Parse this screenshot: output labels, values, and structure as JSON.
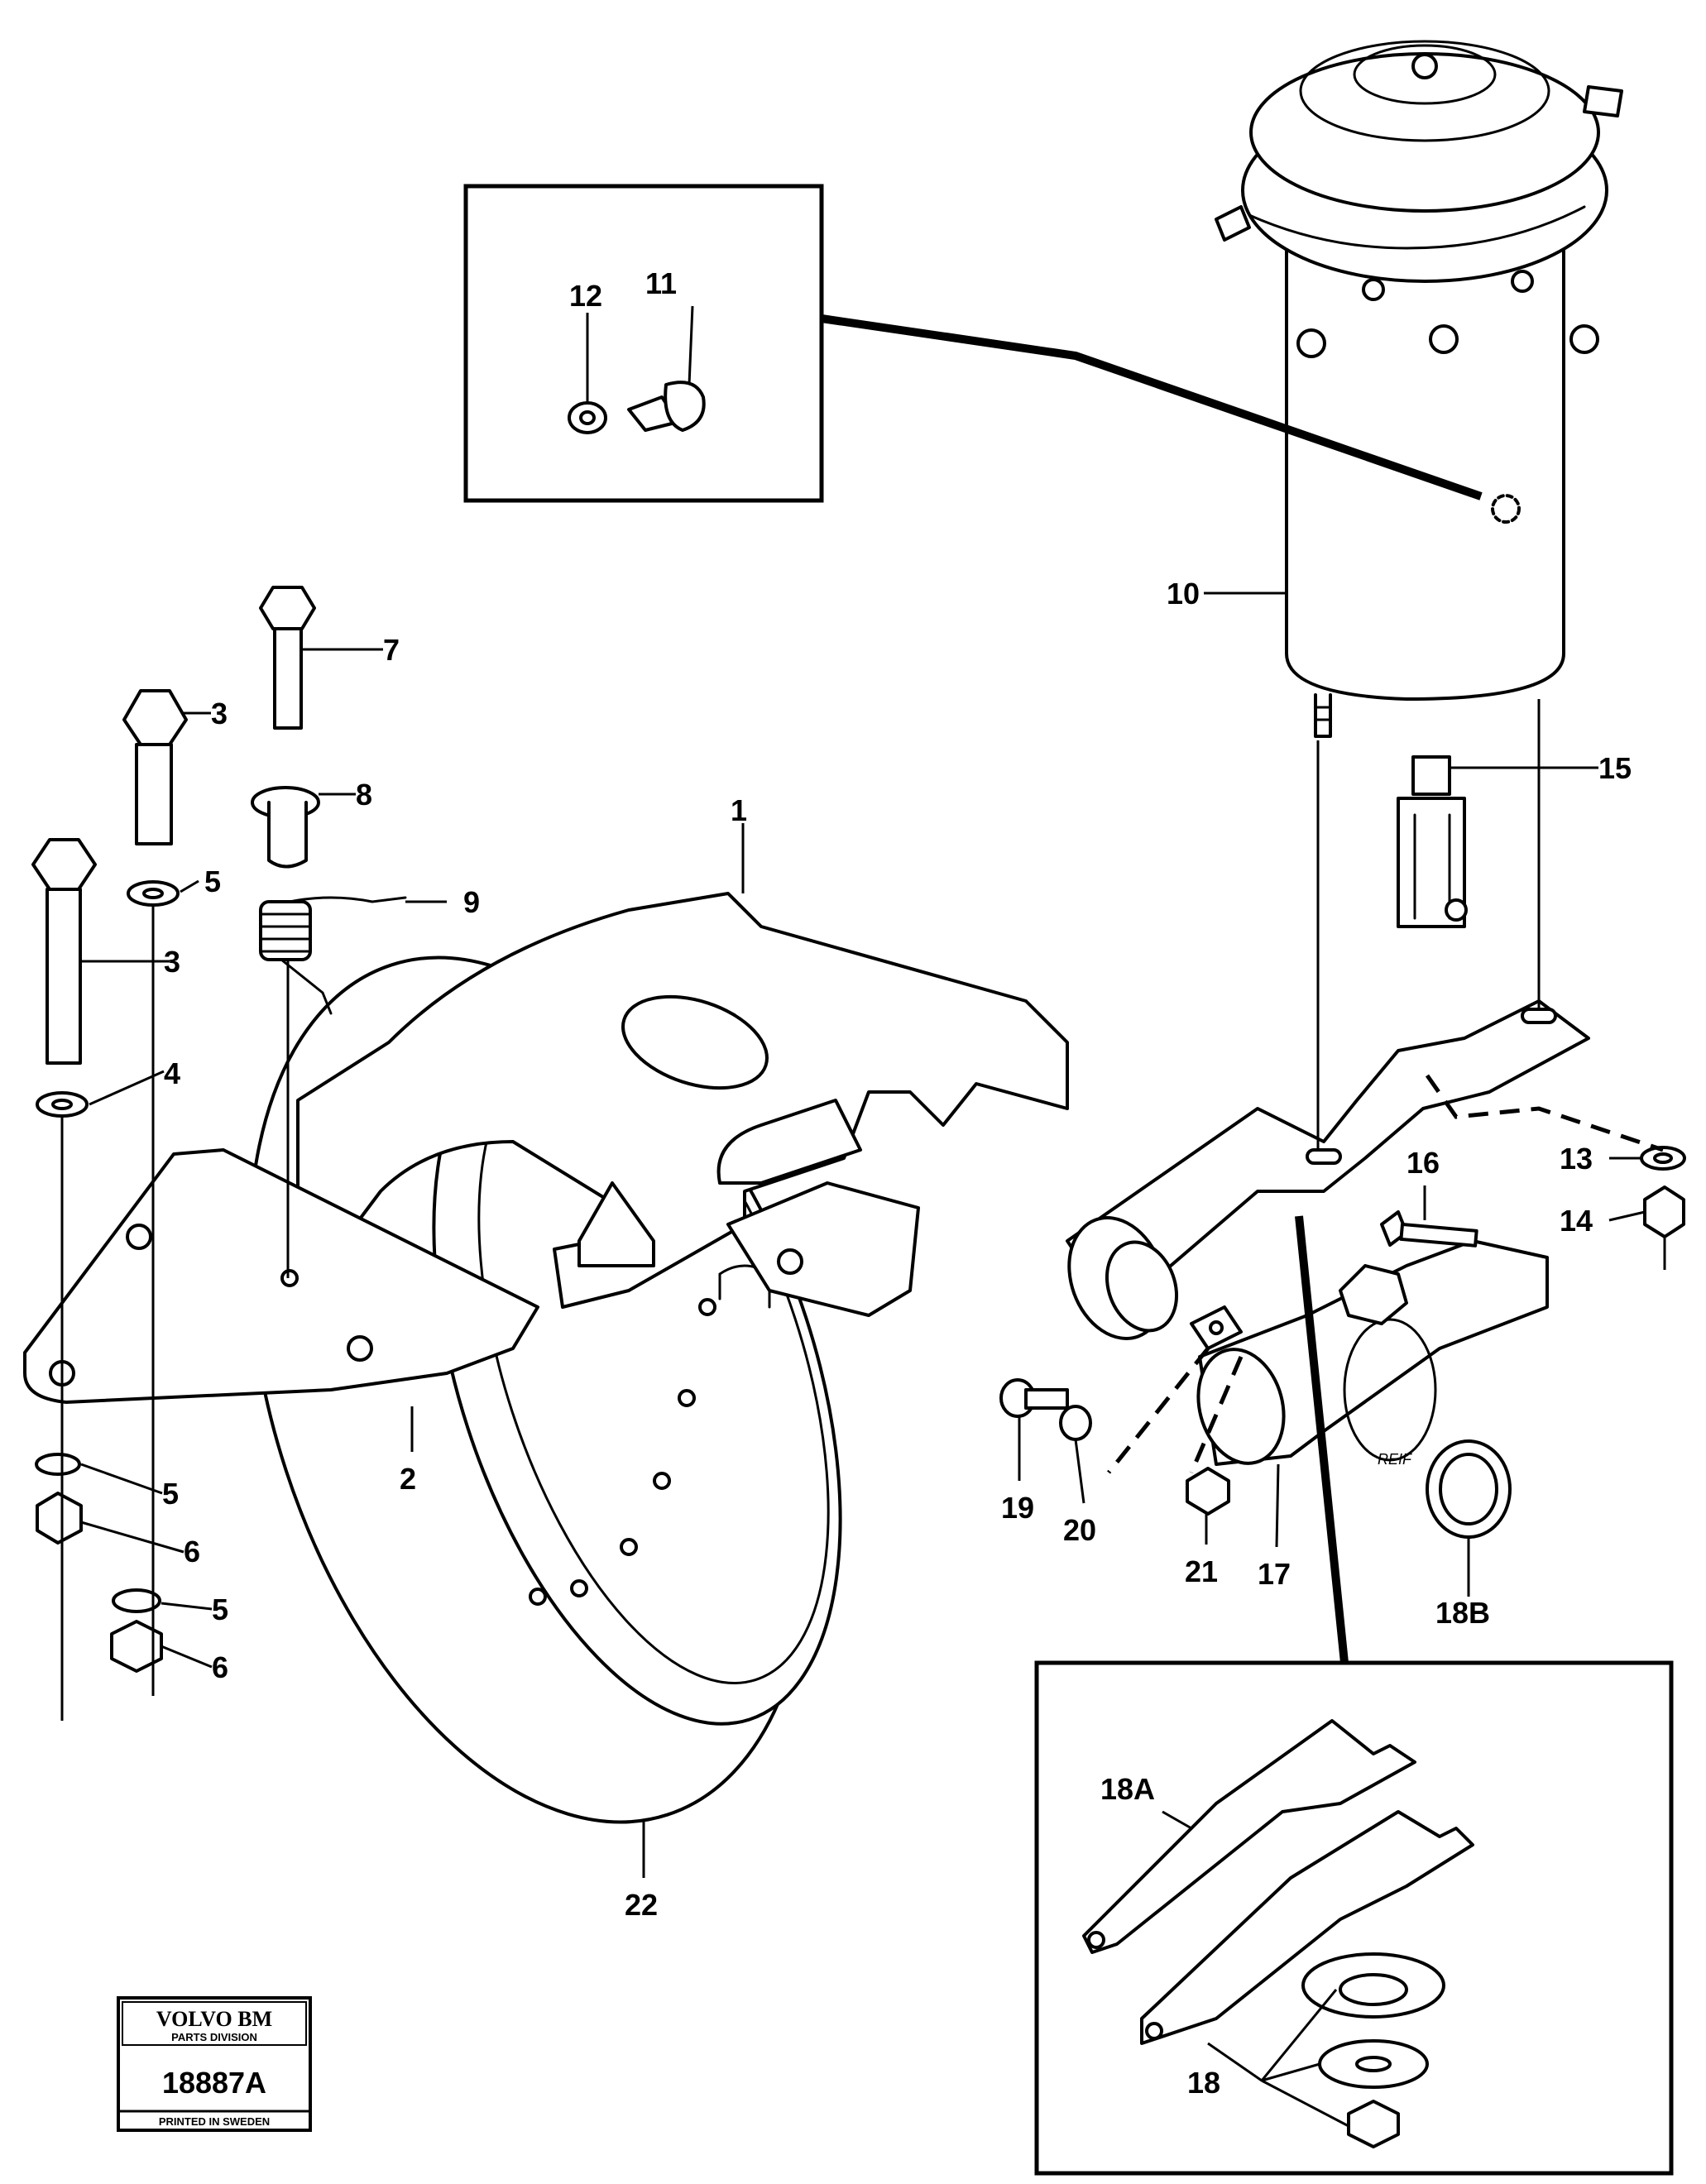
{
  "callouts": {
    "c1": "1",
    "c2": "2",
    "c3a": "3",
    "c3b": "3",
    "c4": "4",
    "c5a": "5",
    "c5b": "5",
    "c5c": "5",
    "c6a": "6",
    "c6b": "6",
    "c7": "7",
    "c8": "8",
    "c9": "9",
    "c10": "10",
    "c11": "11",
    "c12": "12",
    "c13": "13",
    "c14": "14",
    "c15": "15",
    "c16": "16",
    "c17": "17",
    "c18": "18",
    "c18a": "18A",
    "c18b": "18B",
    "c19": "19",
    "c20": "20",
    "c21": "21",
    "c22": "22"
  },
  "engraving": "REIF",
  "stamp": {
    "brand": "VOLVO BM",
    "division": "PARTS DIVISION",
    "number": "18887A",
    "printed": "PRINTED IN SWEDEN"
  }
}
